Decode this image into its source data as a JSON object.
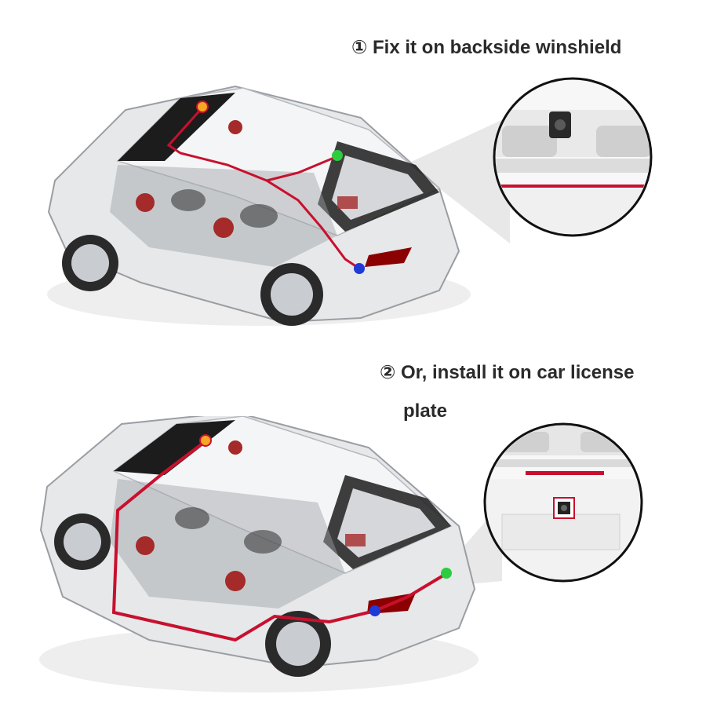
{
  "captions": {
    "step1": "①  Fix it on backside winshield",
    "step2_line1": "② Or, install it on car license",
    "step2_line2": "plate"
  },
  "colors": {
    "cable": "#c8102e",
    "marker_monitor": "#f5a623",
    "marker_camera": "#2ecc40",
    "marker_reverse_light": "#1f3ad6",
    "car_body": "#e6e8ea",
    "glass": "#1c1c1c",
    "interior_accent": "#a52a2a"
  },
  "icons": {
    "car": "sedan-cutaway-illustration",
    "zoom_rear_window": "magnifier-circle-rear-window-camera",
    "zoom_license_plate": "magnifier-circle-license-plate-camera"
  }
}
